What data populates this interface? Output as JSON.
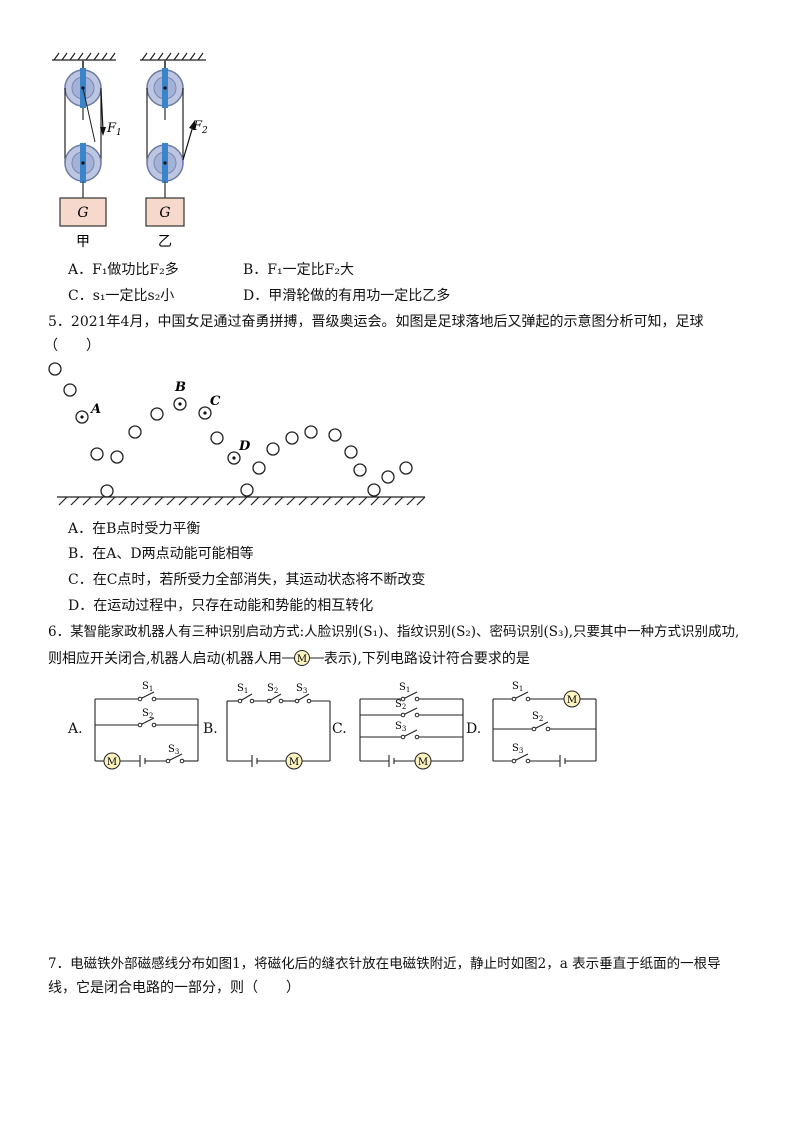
{
  "pulley": {
    "label_jia": "甲",
    "label_yi": "乙",
    "block_label": "G",
    "force1": "F",
    "force1_sub": "1",
    "force2": "F",
    "force2_sub": "2"
  },
  "q4_options": {
    "a": "A．F₁做功比F₂多",
    "b": "B．F₁一定比F₂大",
    "c": "C．s₁一定比s₂小",
    "d": "D．甲滑轮做的有用功一定比乙多"
  },
  "q5": {
    "stem": "5．2021年4月，中国女足通过奋勇拼搏，晋级奥运会。如图是足球落地后又弹起的示意图分析可知，足球",
    "blank": "（　　）",
    "point_a": "A",
    "point_b": "B",
    "point_c": "C",
    "point_d": "D",
    "options": {
      "a": "A．在B点时受力平衡",
      "b": "B．在A、D两点动能可能相等",
      "c": "C．在C点时，若所受力全部消失，其运动状态将不断改变",
      "d": "D．在运动过程中，只存在动能和势能的相互转化"
    }
  },
  "q6": {
    "stem_line1": "6．某智能家政机器人有三种识别启动方式:人脸识别(S₁)、指纹识别(S₂)、密码识别(S₃),只要其中一种方式识别成功,",
    "stem_line2_pre": "则相应开关闭合,机器人启动(机器人用",
    "stem_line2_post": "表示),下列电路设计符合要求的是",
    "motor": "M",
    "option_a": "A.",
    "option_b": "B.",
    "option_c": "C.",
    "option_d": "D.",
    "s": "S",
    "s1": "1",
    "s2": "2",
    "s3": "3"
  },
  "q7": {
    "line1": "7．电磁铁外部磁感线分布如图1，将磁化后的缝衣针放在电磁铁附近，静止时如图2，a 表示垂直于纸面的一根导",
    "line2": "线，它是闭合电路的一部分，则（　　）"
  }
}
